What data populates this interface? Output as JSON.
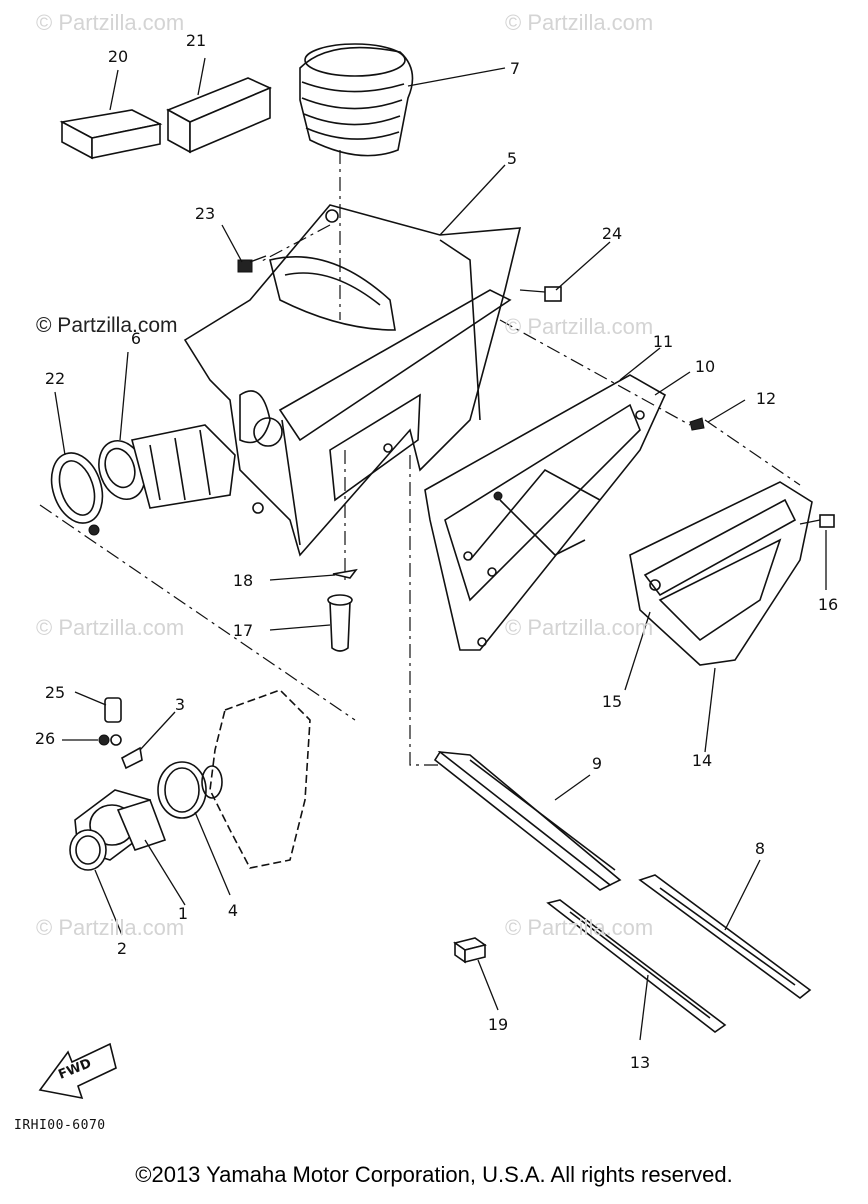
{
  "watermarks": {
    "faint": "© Partzilla.com",
    "dark": "© Partzilla.com"
  },
  "parts": {
    "p1": "1",
    "p2": "2",
    "p3": "3",
    "p4": "4",
    "p5": "5",
    "p6": "6",
    "p7": "7",
    "p8": "8",
    "p9": "9",
    "p10": "10",
    "p11": "11",
    "p12": "12",
    "p13": "13",
    "p14": "14",
    "p15": "15",
    "p16": "16",
    "p17": "17",
    "p18": "18",
    "p19": "19",
    "p20": "20",
    "p21": "21",
    "p22": "22",
    "p23": "23",
    "p24": "24",
    "p25": "25",
    "p26": "26"
  },
  "direction_label": "FWD",
  "diagram_code": "IRHI00-6070",
  "copyright": "©2013 Yamaha Motor Corporation, U.S.A. All rights reserved."
}
